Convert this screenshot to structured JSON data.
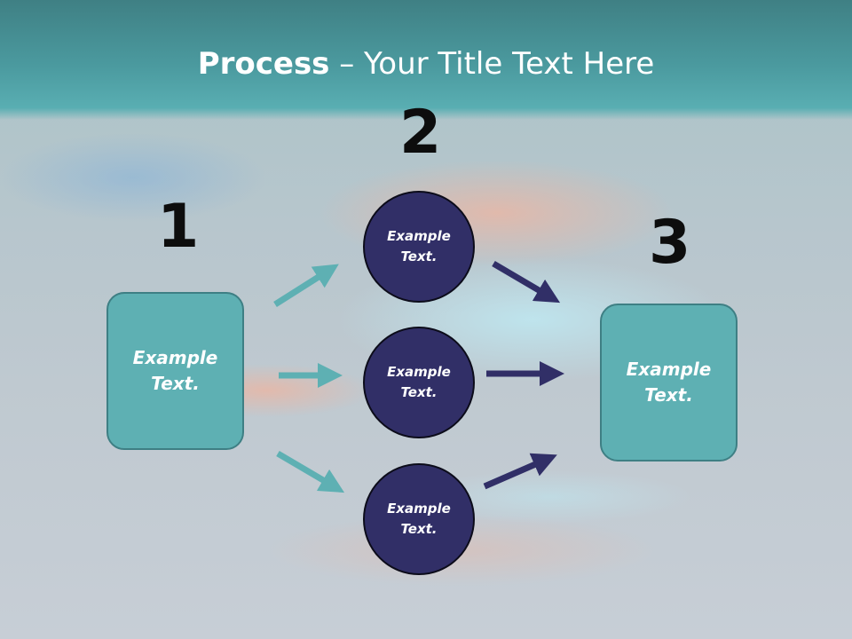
{
  "slide": {
    "title_bold": "Process",
    "title_rest": " – Your Title Text Here"
  },
  "steps": {
    "one": "1",
    "two": "2",
    "three": "3"
  },
  "left_box": {
    "text_line1": "Example",
    "text_line2": "Text."
  },
  "right_box": {
    "text_line1": "Example",
    "text_line2": "Text."
  },
  "circles": [
    {
      "text_line1": "Example",
      "text_line2": "Text."
    },
    {
      "text_line1": "Example",
      "text_line2": "Text."
    },
    {
      "text_line1": "Example",
      "text_line2": "Text."
    }
  ],
  "colors": {
    "header": "#4b9a9f",
    "teal_box": "#5eb0b3",
    "navy_circle": "#312f67",
    "teal_arrow": "#5eb0b3",
    "navy_arrow": "#312f67"
  }
}
